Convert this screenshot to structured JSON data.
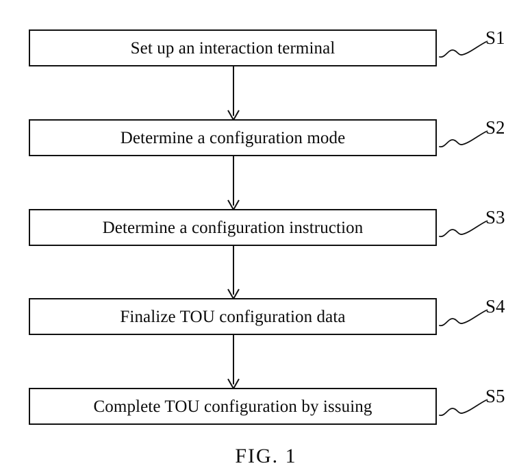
{
  "figure": {
    "caption": "FIG. 1",
    "type": "patent-flowchart",
    "orientation": "vertical-top-to-bottom",
    "background_color": "#ffffff",
    "line_color": "#111111",
    "text_color": "#0b0b0b"
  },
  "flowchart": {
    "steps": [
      {
        "tag": "S1",
        "label": "Set up an interaction terminal",
        "leader_icon": "squiggle-leader-icon"
      },
      {
        "tag": "S2",
        "label": "Determine a configuration mode",
        "leader_icon": "squiggle-leader-icon"
      },
      {
        "tag": "S3",
        "label": "Determine a configuration instruction",
        "leader_icon": "squiggle-leader-icon"
      },
      {
        "tag": "S4",
        "label": "Finalize TOU configuration data",
        "leader_icon": "squiggle-leader-icon"
      },
      {
        "tag": "S5",
        "label": "Complete TOU configuration by issuing",
        "leader_icon": "squiggle-leader-icon"
      }
    ],
    "connectors": [
      {
        "from": "S1",
        "to": "S2",
        "icon": "down-arrow-icon"
      },
      {
        "from": "S2",
        "to": "S3",
        "icon": "down-arrow-icon"
      },
      {
        "from": "S3",
        "to": "S4",
        "icon": "down-arrow-icon"
      },
      {
        "from": "S4",
        "to": "S5",
        "icon": "down-arrow-icon"
      }
    ]
  }
}
